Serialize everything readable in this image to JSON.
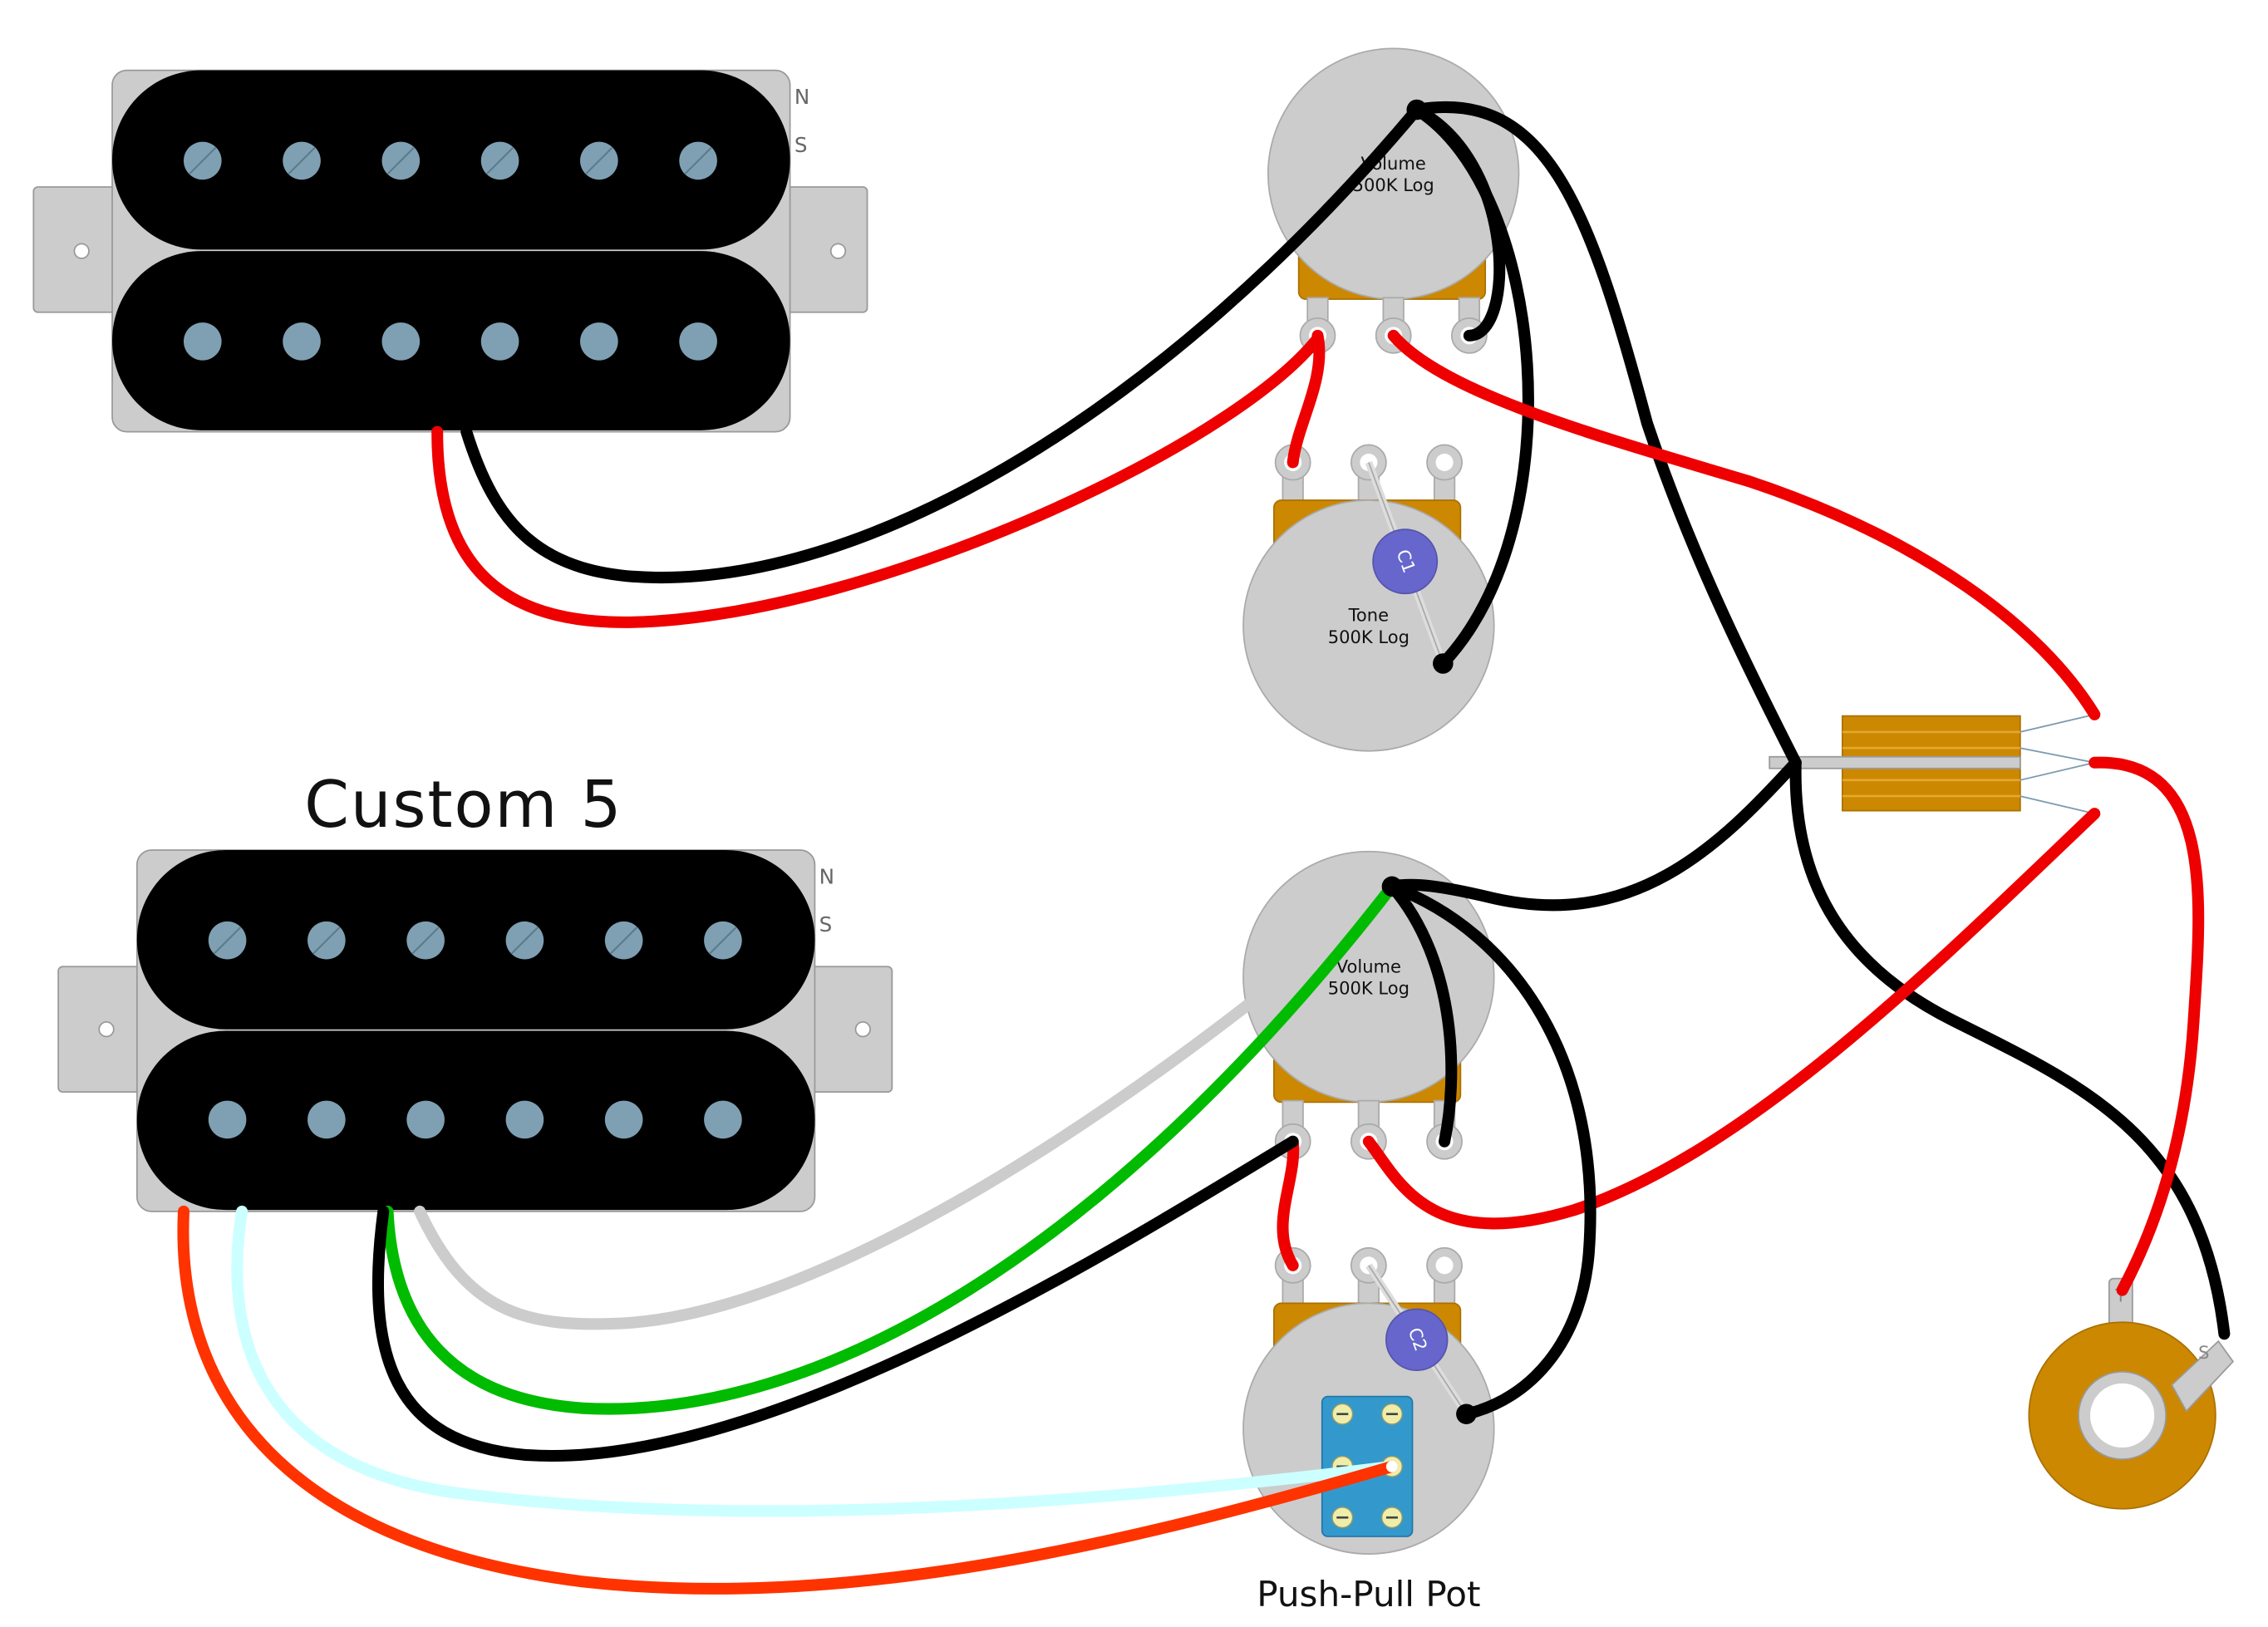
{
  "pickups": {
    "neck": {
      "title": "",
      "pole_n": "N",
      "pole_s": "S"
    },
    "bridge": {
      "title": "Custom 5",
      "pole_n": "N",
      "pole_s": "S"
    }
  },
  "pots": {
    "neck_volume": {
      "name": "Volume",
      "value": "500K Log"
    },
    "neck_tone": {
      "name": "Tone",
      "value": "500K Log"
    },
    "bridge_volume": {
      "name": "Volume",
      "value": "500K Log"
    },
    "push_pull": {
      "label": "Push-Pull Pot"
    }
  },
  "capacitors": {
    "c1": "C1",
    "c2": "C2"
  },
  "jack": {
    "tip": "T",
    "sleeve": "S"
  },
  "colors": {
    "hot": "#ee0000",
    "ground": "#000000",
    "coil_red": "#ff3300",
    "coil_green": "#00bb00",
    "coil_white": "#cccccc",
    "coil_cyan": "#ccffff",
    "brass": "#cc8800",
    "pot_body": "#cccccc",
    "screw": "#7fa0b2",
    "capacitor": "#6666cc",
    "switch_blue": "#3399cc"
  }
}
